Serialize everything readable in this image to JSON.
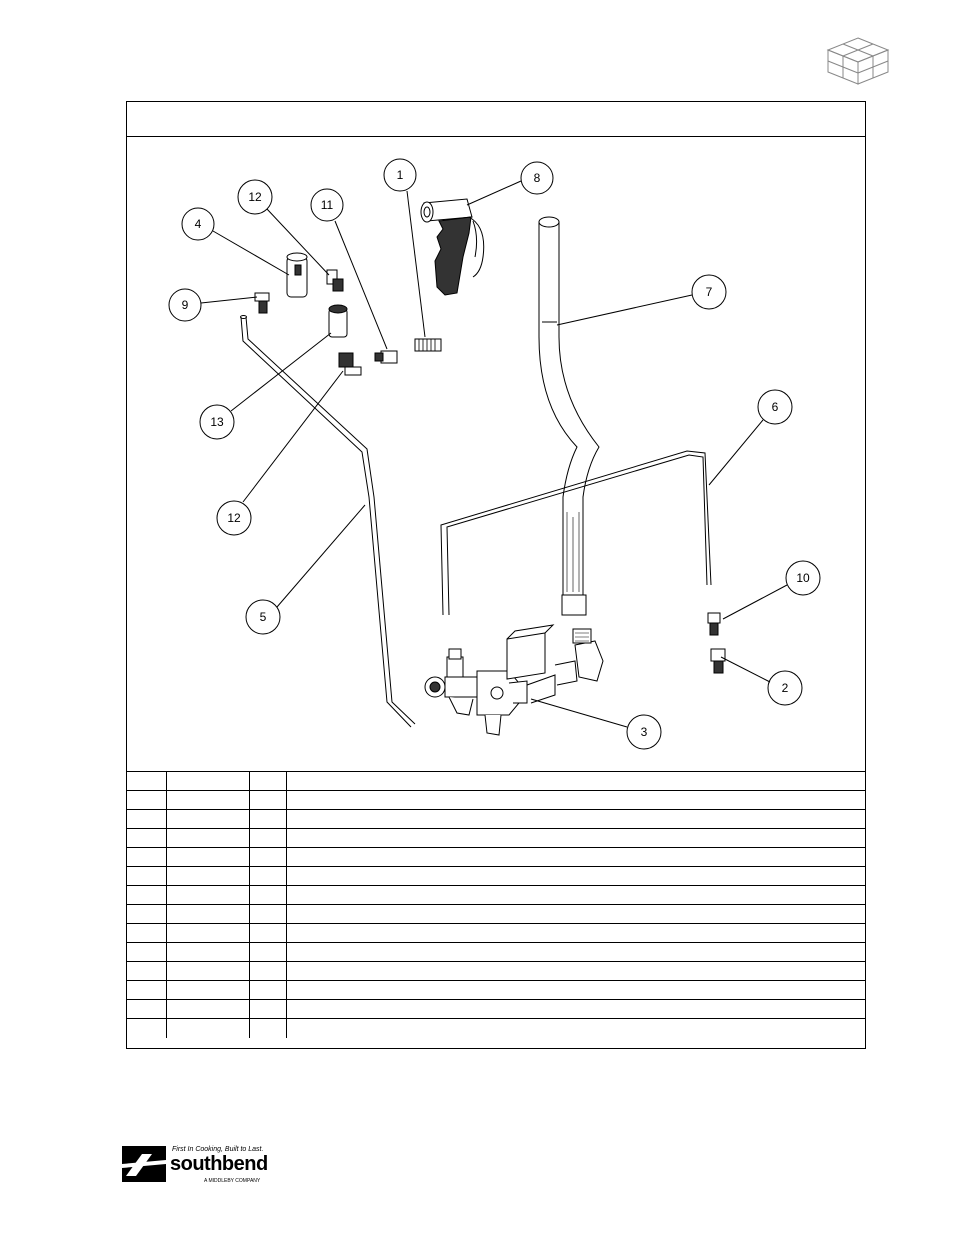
{
  "page": {
    "corner_icon": "box-stack-icon"
  },
  "diagram": {
    "title": "",
    "callouts": [
      "1",
      "8",
      "12",
      "11",
      "4",
      "9",
      "7",
      "13",
      "6",
      "12",
      "5",
      "10",
      "2",
      "3"
    ]
  },
  "parts_table": {
    "rows": [
      [
        "",
        "",
        "",
        ""
      ],
      [
        "",
        "",
        "",
        ""
      ],
      [
        "",
        "",
        "",
        ""
      ],
      [
        "",
        "",
        "",
        ""
      ],
      [
        "",
        "",
        "",
        ""
      ],
      [
        "",
        "",
        "",
        ""
      ],
      [
        "",
        "",
        "",
        ""
      ],
      [
        "",
        "",
        "",
        ""
      ],
      [
        "",
        "",
        "",
        ""
      ],
      [
        "",
        "",
        "",
        ""
      ],
      [
        "",
        "",
        "",
        ""
      ],
      [
        "",
        "",
        "",
        ""
      ],
      [
        "",
        "",
        "",
        ""
      ],
      [
        "",
        "",
        "",
        ""
      ]
    ]
  },
  "footer": {
    "logo_icon": "southbend-logo-mark",
    "tagline": "First In Cooking, Built to Last.",
    "brand": "southbend",
    "subtitle": "A MIDDLEBY COMPANY"
  }
}
